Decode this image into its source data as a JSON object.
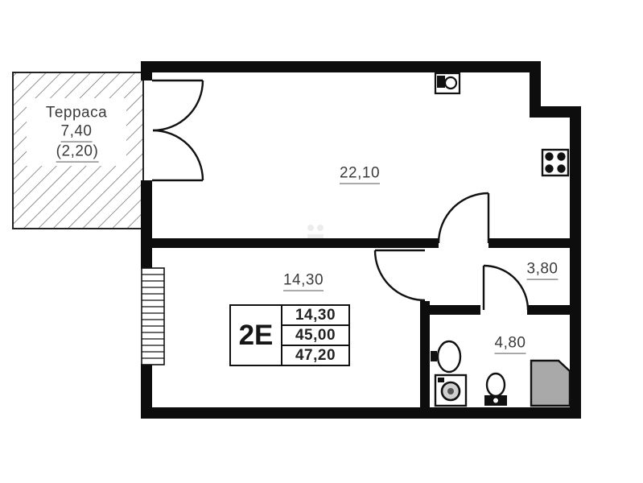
{
  "plan": {
    "terrace": {
      "label": "Терраса",
      "area": "7,40",
      "area_coef": "(2,20)"
    },
    "rooms": {
      "living": {
        "area": "22,10"
      },
      "bedroom": {
        "area": "14,30"
      },
      "hall": {
        "area": "3,80"
      },
      "bathroom": {
        "area": "4,80"
      }
    },
    "stamp": {
      "unit_type": "2Е",
      "rows": [
        "14,30",
        "45,00",
        "47,20"
      ]
    },
    "icons": {
      "stove": "stove-icon",
      "kitchen_sink": "kitchen-sink-icon",
      "bath_sink": "bath-sink-icon",
      "washing_machine": "washing-machine-icon",
      "toilet": "toilet-icon",
      "shower": "shower-icon"
    },
    "colors": {
      "walls": "#0d0d0d",
      "label_text": "#3b3b3b",
      "shower_fill": "#a9a9a9"
    }
  }
}
